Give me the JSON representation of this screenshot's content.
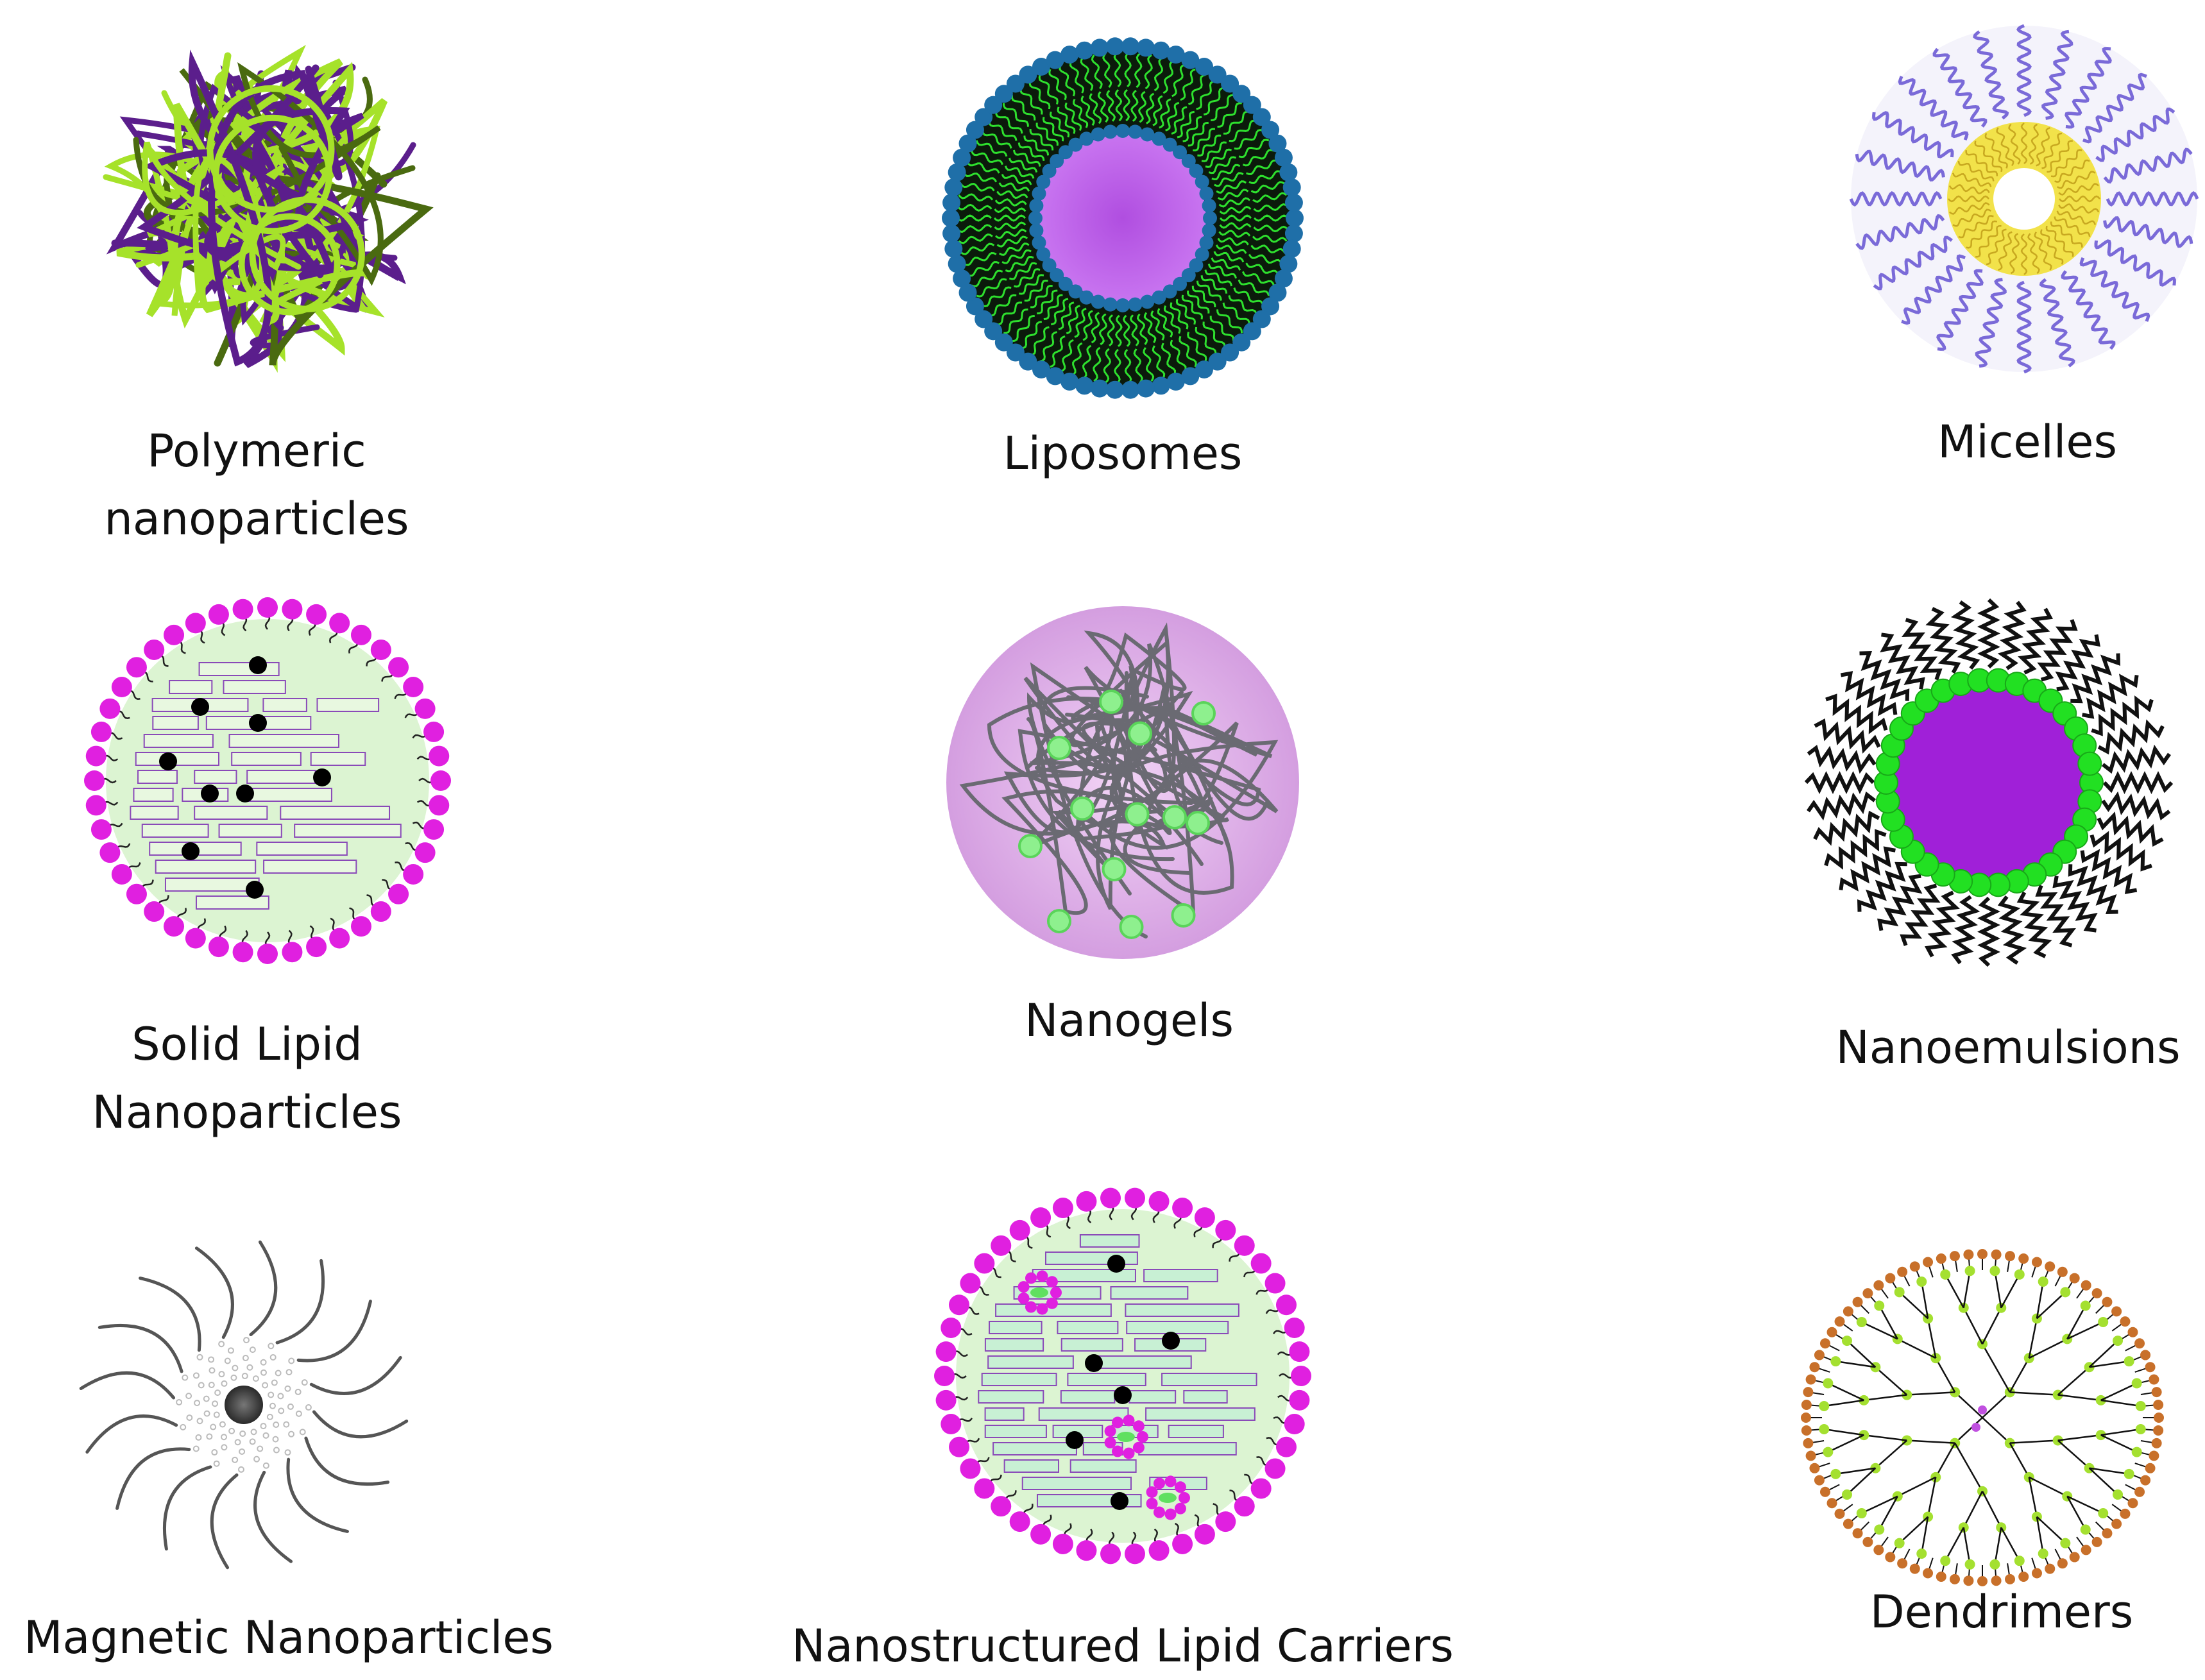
{
  "figure": {
    "items": [
      {
        "id": "polymeric",
        "label_lines": [
          "Polymeric",
          "nanoparticles"
        ]
      },
      {
        "id": "liposomes",
        "label_lines": [
          "Liposomes"
        ]
      },
      {
        "id": "micelles",
        "label_lines": [
          "Micelles"
        ]
      },
      {
        "id": "sln",
        "label_lines": [
          "Solid Lipid",
          "Nanoparticles"
        ]
      },
      {
        "id": "nanogels",
        "label_lines": [
          "Nanogels"
        ]
      },
      {
        "id": "nanoemulsions",
        "label_lines": [
          "Nanoemulsions"
        ]
      },
      {
        "id": "magnetic",
        "label_lines": [
          "Magnetic Nanoparticles"
        ]
      },
      {
        "id": "nlc",
        "label_lines": [
          "Nanostructured Lipid Carriers"
        ]
      },
      {
        "id": "dendrimers",
        "label_lines": [
          "Dendrimers"
        ]
      }
    ]
  },
  "colors": {
    "purple": "#5b1e8c",
    "lime": "#a6e22a",
    "magenta": "#e020e0",
    "liposome_head": "#1f6fa8",
    "liposome_tail": "#2ee02e",
    "micelle_tail": "#7a6ad8",
    "micelle_core": "#f2e24a",
    "nanogel": "#e4b4ec",
    "sln_fill": "#dcf4d2",
    "nanoemulsion_core": "#a020d8",
    "nanoemulsion_shell": "#22e022",
    "dendrimer_node": "#a4e030",
    "dendrimer_tip": "#c8702a"
  }
}
